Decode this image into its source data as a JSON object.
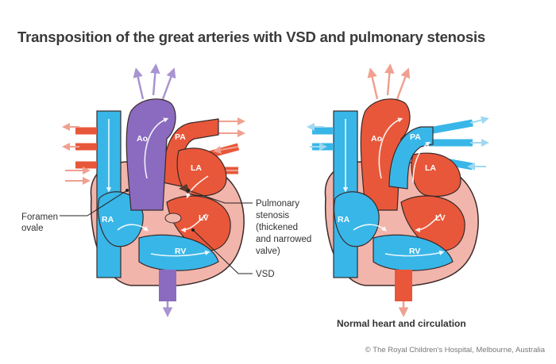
{
  "title": "Transposition of the great arteries with VSD and pulmonary stenosis",
  "left_heart": {
    "chambers": {
      "ao": "Ao",
      "pa": "PA",
      "la": "LA",
      "ra": "RA",
      "lv": "LV",
      "rv": "RV"
    },
    "callouts": {
      "foramen_line1": "Foramen",
      "foramen_line2": "ovale",
      "stenosis_line1": "Pulmonary",
      "stenosis_line2": "stenosis",
      "stenosis_line3": "(thickened",
      "stenosis_line4": "and narrowed",
      "stenosis_line5": "valve)",
      "vsd": "VSD"
    }
  },
  "right_heart": {
    "chambers": {
      "ao": "Ao",
      "pa": "PA",
      "la": "LA",
      "ra": "RA",
      "lv": "LV",
      "rv": "RV"
    },
    "caption": "Normal heart and circulation"
  },
  "credit": "© The Royal Children's Hospital, Melbourne, Australia",
  "colors": {
    "oxygenated": "#e8573a",
    "deoxygenated": "#38b6e8",
    "mixed": "#8a6bbf",
    "muscle": "#f2b5ab",
    "outline": "#3a2a2a"
  }
}
